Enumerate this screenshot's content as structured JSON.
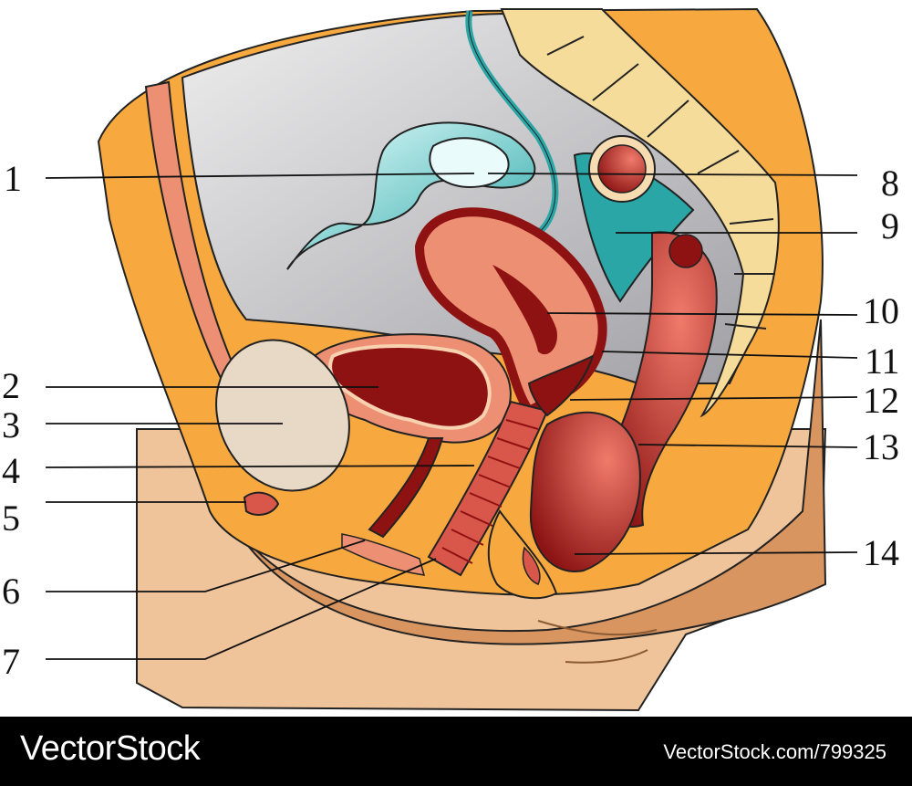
{
  "labels": [
    {
      "id": "1",
      "text": "1"
    },
    {
      "id": "2",
      "text": "2"
    },
    {
      "id": "3",
      "text": "3"
    },
    {
      "id": "4",
      "text": "4"
    },
    {
      "id": "5",
      "text": "5"
    },
    {
      "id": "6",
      "text": "6"
    },
    {
      "id": "7",
      "text": "7"
    },
    {
      "id": "8",
      "text": "8"
    },
    {
      "id": "9",
      "text": "9"
    },
    {
      "id": "10",
      "text": "10"
    },
    {
      "id": "11",
      "text": "11"
    },
    {
      "id": "12",
      "text": "12"
    },
    {
      "id": "13",
      "text": "13"
    },
    {
      "id": "14",
      "text": "14"
    }
  ],
  "footer": {
    "brand": "VectorStock",
    "url": "VectorStock.com/799325"
  },
  "colors": {
    "skin": "#efc49b",
    "skin_dark": "#d9915b",
    "fat": "#f7a940",
    "muscle": "#ec8f73",
    "cavity": "#c9c9c9",
    "tube": "#2aa6a6",
    "tissue": "#e8856c",
    "dark_red": "#8f1212",
    "bone": "#f6dc9b",
    "bladder": "#e8d8c6",
    "footer_bg": "#000000"
  }
}
